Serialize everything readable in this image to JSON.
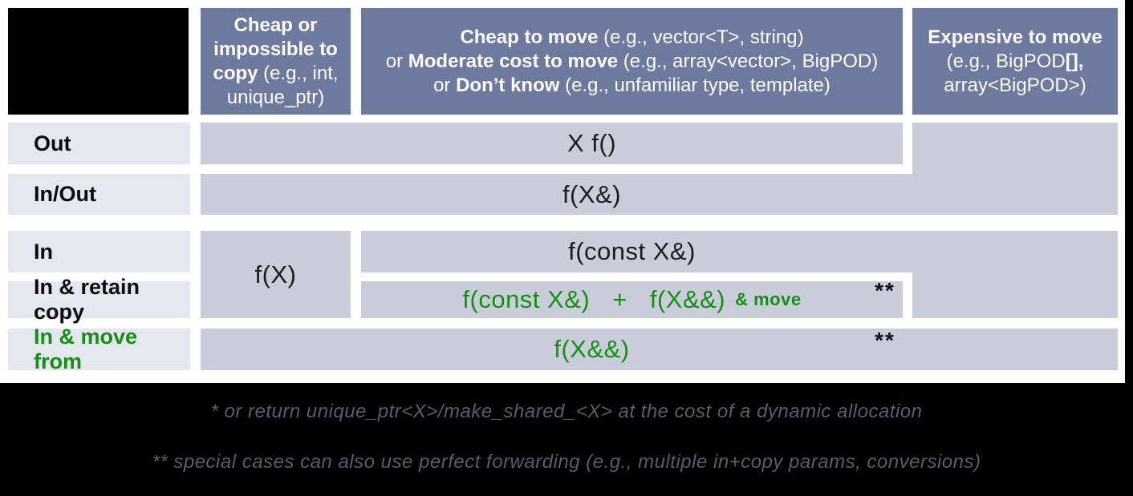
{
  "colors": {
    "header-bg": "#6e7a9d",
    "cell-bg": "#c9cdd9",
    "label-bg": "#e5e7ef",
    "green": "#149114",
    "footnote-color": "#585d6a"
  },
  "header": {
    "col1": {
      "b1": "Cheap or impossible to copy",
      "n1": " (e.g., int, unique_ptr)"
    },
    "col2": {
      "l1b": "Cheap to move",
      "l1n": " (e.g., vector<T>, string)",
      "l2pre": "or ",
      "l2b": "Moderate cost to move",
      "l2n": " (e.g., array<vector>, BigPOD)",
      "l3pre": "or ",
      "l3b": "Don’t know",
      "l3n": " (e.g., unfamiliar type, template)"
    },
    "col3": {
      "b1": "Expensive to move",
      "n1": "(e.g., BigPOD",
      "b2": "[],",
      "n2": " array<BigPOD>)"
    }
  },
  "rows": {
    "out": "Out",
    "inout": "In/Out",
    "in": "In",
    "retain": "In & retain copy",
    "movefrom": "In & move from"
  },
  "cells": {
    "out_return": "X f()",
    "inout_ref": "f(X&)",
    "in_value": "f(X)",
    "in_cref": "f(const X&)",
    "retain_cref": "f(const X&)",
    "retain_plus": "+",
    "retain_rref": "f(X&&)",
    "retain_move": "& move",
    "retain_marker": "**",
    "movefrom_rref": "f(X&&)",
    "movefrom_marker": "**"
  },
  "footnotes": {
    "star": "* or return unique_ptr<X>/make_shared_<X> at the cost of a dynamic allocation",
    "doublestar": "** special cases can also use perfect forwarding (e.g., multiple in+copy params, conversions)"
  }
}
